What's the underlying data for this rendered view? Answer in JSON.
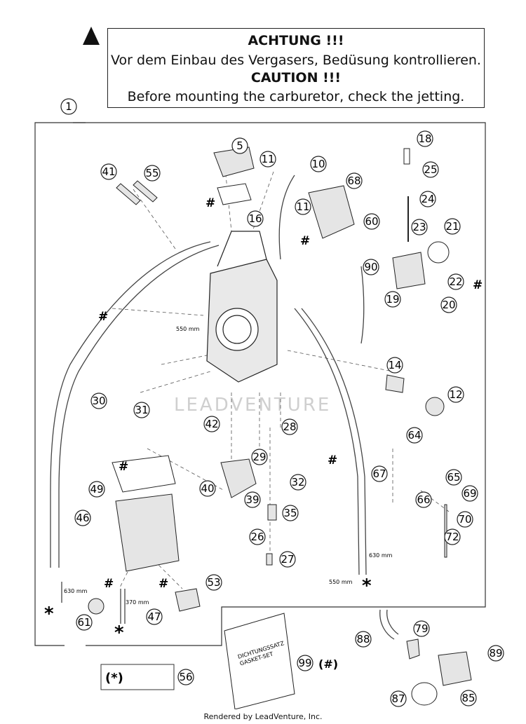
{
  "warning": {
    "title_de": "ACHTUNG !!!",
    "text_de": "Vor dem Einbau des Vergasers, Bedüsung kontrollieren.",
    "title_en": "CAUTION !!!",
    "text_en": "Before mounting the carburetor, check the jetting."
  },
  "callouts": [
    "1",
    "5",
    "11",
    "10",
    "68",
    "11",
    "60",
    "41",
    "55",
    "16",
    "18",
    "25",
    "24",
    "23",
    "21",
    "22",
    "19",
    "20",
    "90",
    "14",
    "12",
    "30",
    "31",
    "42",
    "28",
    "29",
    "64",
    "32",
    "67",
    "65",
    "66",
    "69",
    "70",
    "40",
    "39",
    "49",
    "35",
    "46",
    "26",
    "27",
    "72",
    "53",
    "47",
    "61",
    "79",
    "88",
    "89",
    "87",
    "85",
    "99",
    "56"
  ],
  "markers": {
    "hash": "#",
    "star": "*",
    "star_paren": "(*)",
    "hash_paren": "(#)"
  },
  "lengths": {
    "l550": "550 mm",
    "l630": "630 mm",
    "l370": "370 mm"
  },
  "gasket_set_card": {
    "line1": "DICHTUNGSSATZ",
    "line2": "GASKET-SET"
  },
  "watermark": "LEADVENTURE",
  "footer": "Rendered by LeadVenture, Inc."
}
